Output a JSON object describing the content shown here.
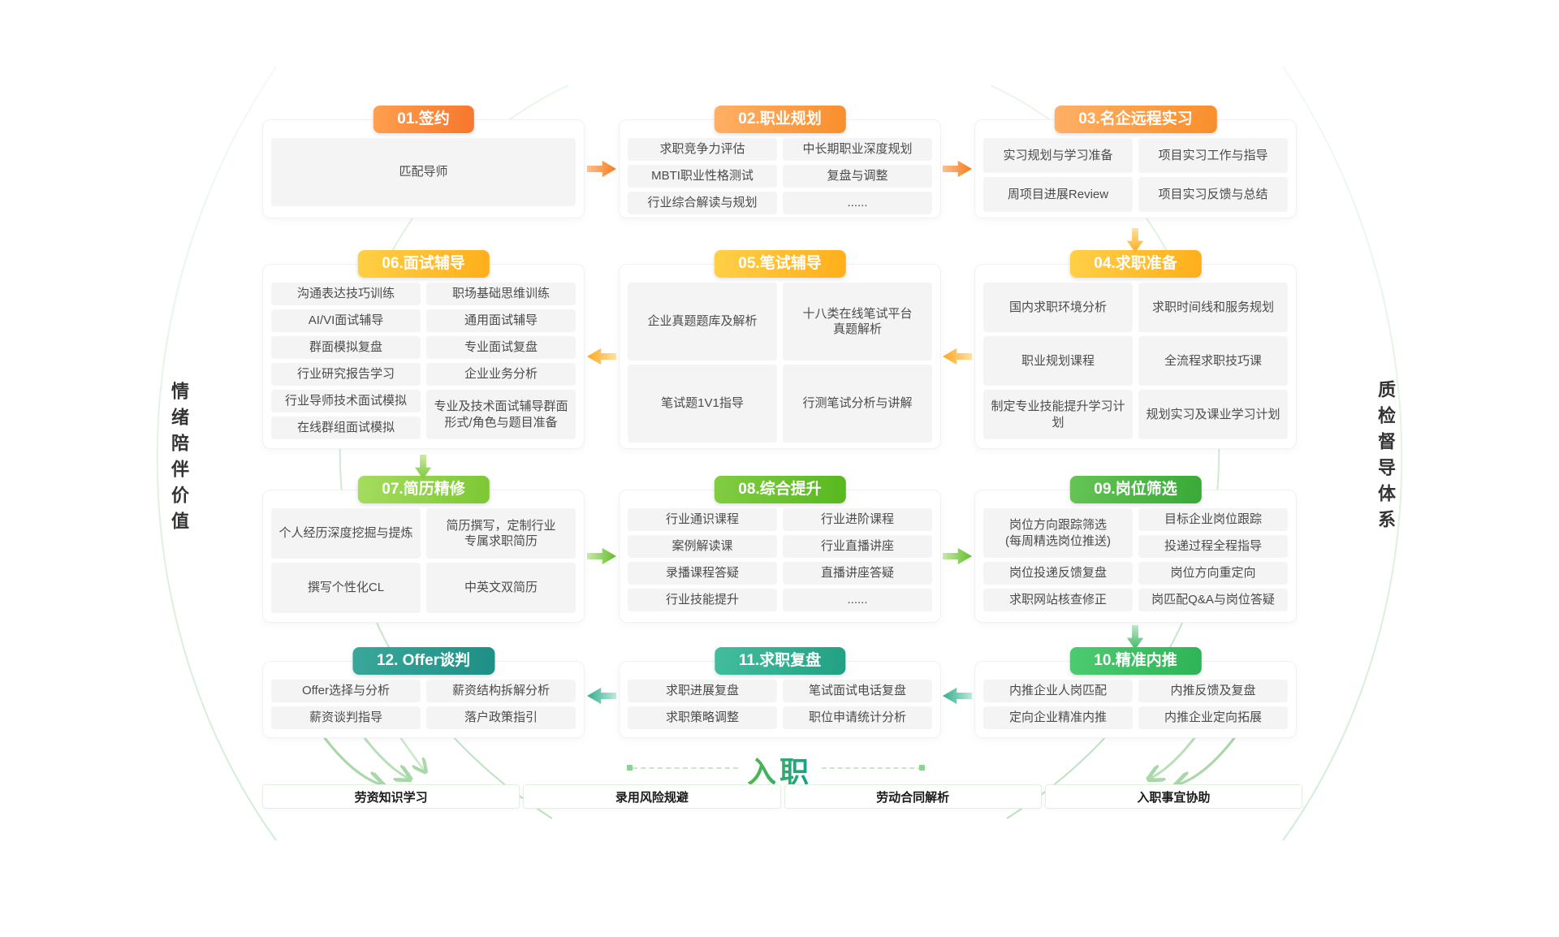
{
  "side_labels": {
    "left": "情绪陪伴价值",
    "right": "质检督导体系"
  },
  "colors": {
    "orange": "#f7762c",
    "amber": "#ffae1a",
    "light_green": "#7cc833",
    "green": "#57b81e",
    "emerald": "#2db457",
    "teal": "#1f8f86",
    "item_bg": "#f4f4f5",
    "item_text": "#4b4b4b"
  },
  "blocks": [
    {
      "id": "01",
      "title": "01.签约",
      "items": [
        "匹配导师"
      ]
    },
    {
      "id": "02",
      "title": "02.职业规划",
      "items": [
        "求职竞争力评估",
        "中长期职业深度规划",
        "MBTI职业性格测试",
        "复盘与调整",
        "行业综合解读与规划",
        "......"
      ]
    },
    {
      "id": "03",
      "title": "03.名企远程实习",
      "items": [
        "实习规划与学习准备",
        "项目实习工作与指导",
        "周项目进展Review",
        "项目实习反馈与总结"
      ]
    },
    {
      "id": "04",
      "title": "04.求职准备",
      "items": [
        "国内求职环境分析",
        "求职时间线和服务规划",
        "职业规划课程",
        "全流程求职技巧课",
        "制定专业技能提升学习计划",
        "规划实习及课业学习计划"
      ]
    },
    {
      "id": "05",
      "title": "05.笔试辅导",
      "items": [
        "企业真题题库及解析",
        "十八类在线笔试平台\n真题解析",
        "笔试题1V1指导",
        "行测笔试分析与讲解"
      ]
    },
    {
      "id": "06",
      "title": "06.面试辅导",
      "items": [
        "沟通表达技巧训练",
        "职场基础思维训练",
        "AI/VI面试辅导",
        "通用面试辅导",
        "群面模拟复盘",
        "专业面试复盘",
        "行业研究报告学习",
        "企业业务分析",
        "行业导师技术面试模拟",
        {
          "label": "专业及技术面试辅导群面\n形式/角色与题目准备",
          "cls": "r2"
        },
        "在线群组面试模拟"
      ]
    },
    {
      "id": "07",
      "title": "07.简历精修",
      "items": [
        "个人经历深度挖掘与提炼",
        "简历撰写，定制行业\n专属求职简历",
        "撰写个性化CL",
        "中英文双简历"
      ]
    },
    {
      "id": "08",
      "title": "08.综合提升",
      "items": [
        "行业通识课程",
        "行业进阶课程",
        "案例解读课",
        "行业直播讲座",
        "录播课程答疑",
        "直播讲座答疑",
        "行业技能提升",
        "......"
      ]
    },
    {
      "id": "09",
      "title": "09.岗位筛选",
      "items": [
        {
          "label": "岗位方向跟踪筛选\n(每周精选岗位推送)",
          "cls": "r2"
        },
        "目标企业岗位跟踪",
        "投递过程全程指导",
        "岗位投递反馈复盘",
        "岗位方向重定向",
        "求职网站核查修正",
        "岗匹配Q&A与岗位答疑"
      ]
    },
    {
      "id": "10",
      "title": "10.精准内推",
      "items": [
        "内推企业人岗匹配",
        "内推反馈及复盘",
        "定向企业精准内推",
        "内推企业定向拓展"
      ]
    },
    {
      "id": "11",
      "title": "11.求职复盘",
      "items": [
        "求职进展复盘",
        "笔试面试电话复盘",
        "求职策略调整",
        "职位申请统计分析"
      ]
    },
    {
      "id": "12",
      "title": "12. Offer谈判",
      "items": [
        "Offer选择与分析",
        "薪资结构拆解分析",
        "薪资谈判指导",
        "落户政策指引"
      ]
    }
  ],
  "bottom": {
    "title": "入职",
    "items": [
      "劳资知识学习",
      "录用风险规避",
      "劳动合同解析",
      "入职事宜协助"
    ]
  }
}
